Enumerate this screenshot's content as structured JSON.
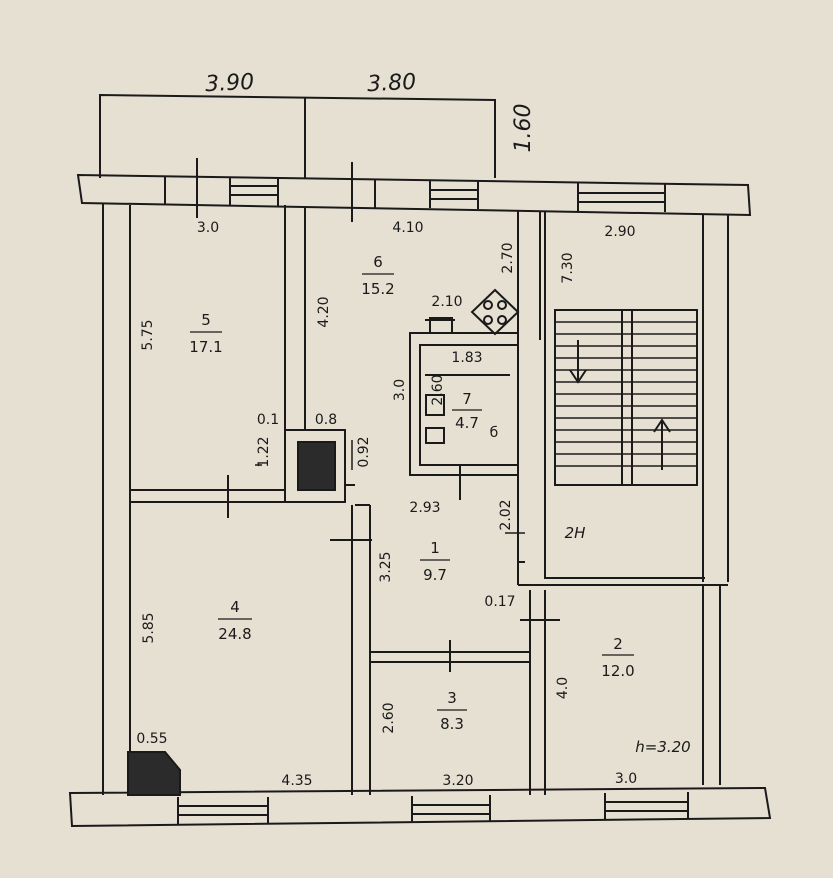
{
  "top_dimensions": {
    "left": "3.90",
    "right": "3.80",
    "balcony_depth": "1.60"
  },
  "rooms": {
    "r5": {
      "number": "5",
      "area": "17.1"
    },
    "r6": {
      "number": "6",
      "area": "15.2"
    },
    "r7": {
      "number": "7",
      "area": "4.7"
    },
    "r1": {
      "number": "1",
      "area": "9.7"
    },
    "r4": {
      "number": "4",
      "area": "24.8"
    },
    "r3": {
      "number": "3",
      "area": "8.3"
    },
    "r2": {
      "number": "2",
      "area": "12.0"
    }
  },
  "dimensions": {
    "d_3_0_top": "3.0",
    "d_4_10": "4.10",
    "d_2_90": "2.90",
    "d_2_70": "2.70",
    "d_7_30": "7.30",
    "d_5_75": "5.75",
    "d_4_20": "4.20",
    "d_2_10": "2.10",
    "d_1_83": "1.83",
    "d_3_0_mid": "3.0",
    "d_2_60_top": "2.60",
    "d_0_1": "0.1",
    "d_0_8": "0.8",
    "d_1_22": "1.22",
    "d_0_92": "0.92",
    "d_2_93": "2.93",
    "d_2_02": "2.02",
    "d_3_25": "3.25",
    "d_0_17": "0.17",
    "d_5_85": "5.85",
    "d_4_0": "4.0",
    "d_2_60_bottom": "2.60",
    "d_0_55": "0.55",
    "d_4_35": "4.35",
    "d_3_20": "3.20",
    "d_3_0_bottom": "3.0"
  },
  "stair_label": "2Н",
  "ceiling_height": "h=3.20",
  "bathroom_fixture": "б",
  "colors": {
    "ink": "#1a1a1a",
    "paper": "#e6e0d3",
    "fill": "#2b2b2b"
  }
}
